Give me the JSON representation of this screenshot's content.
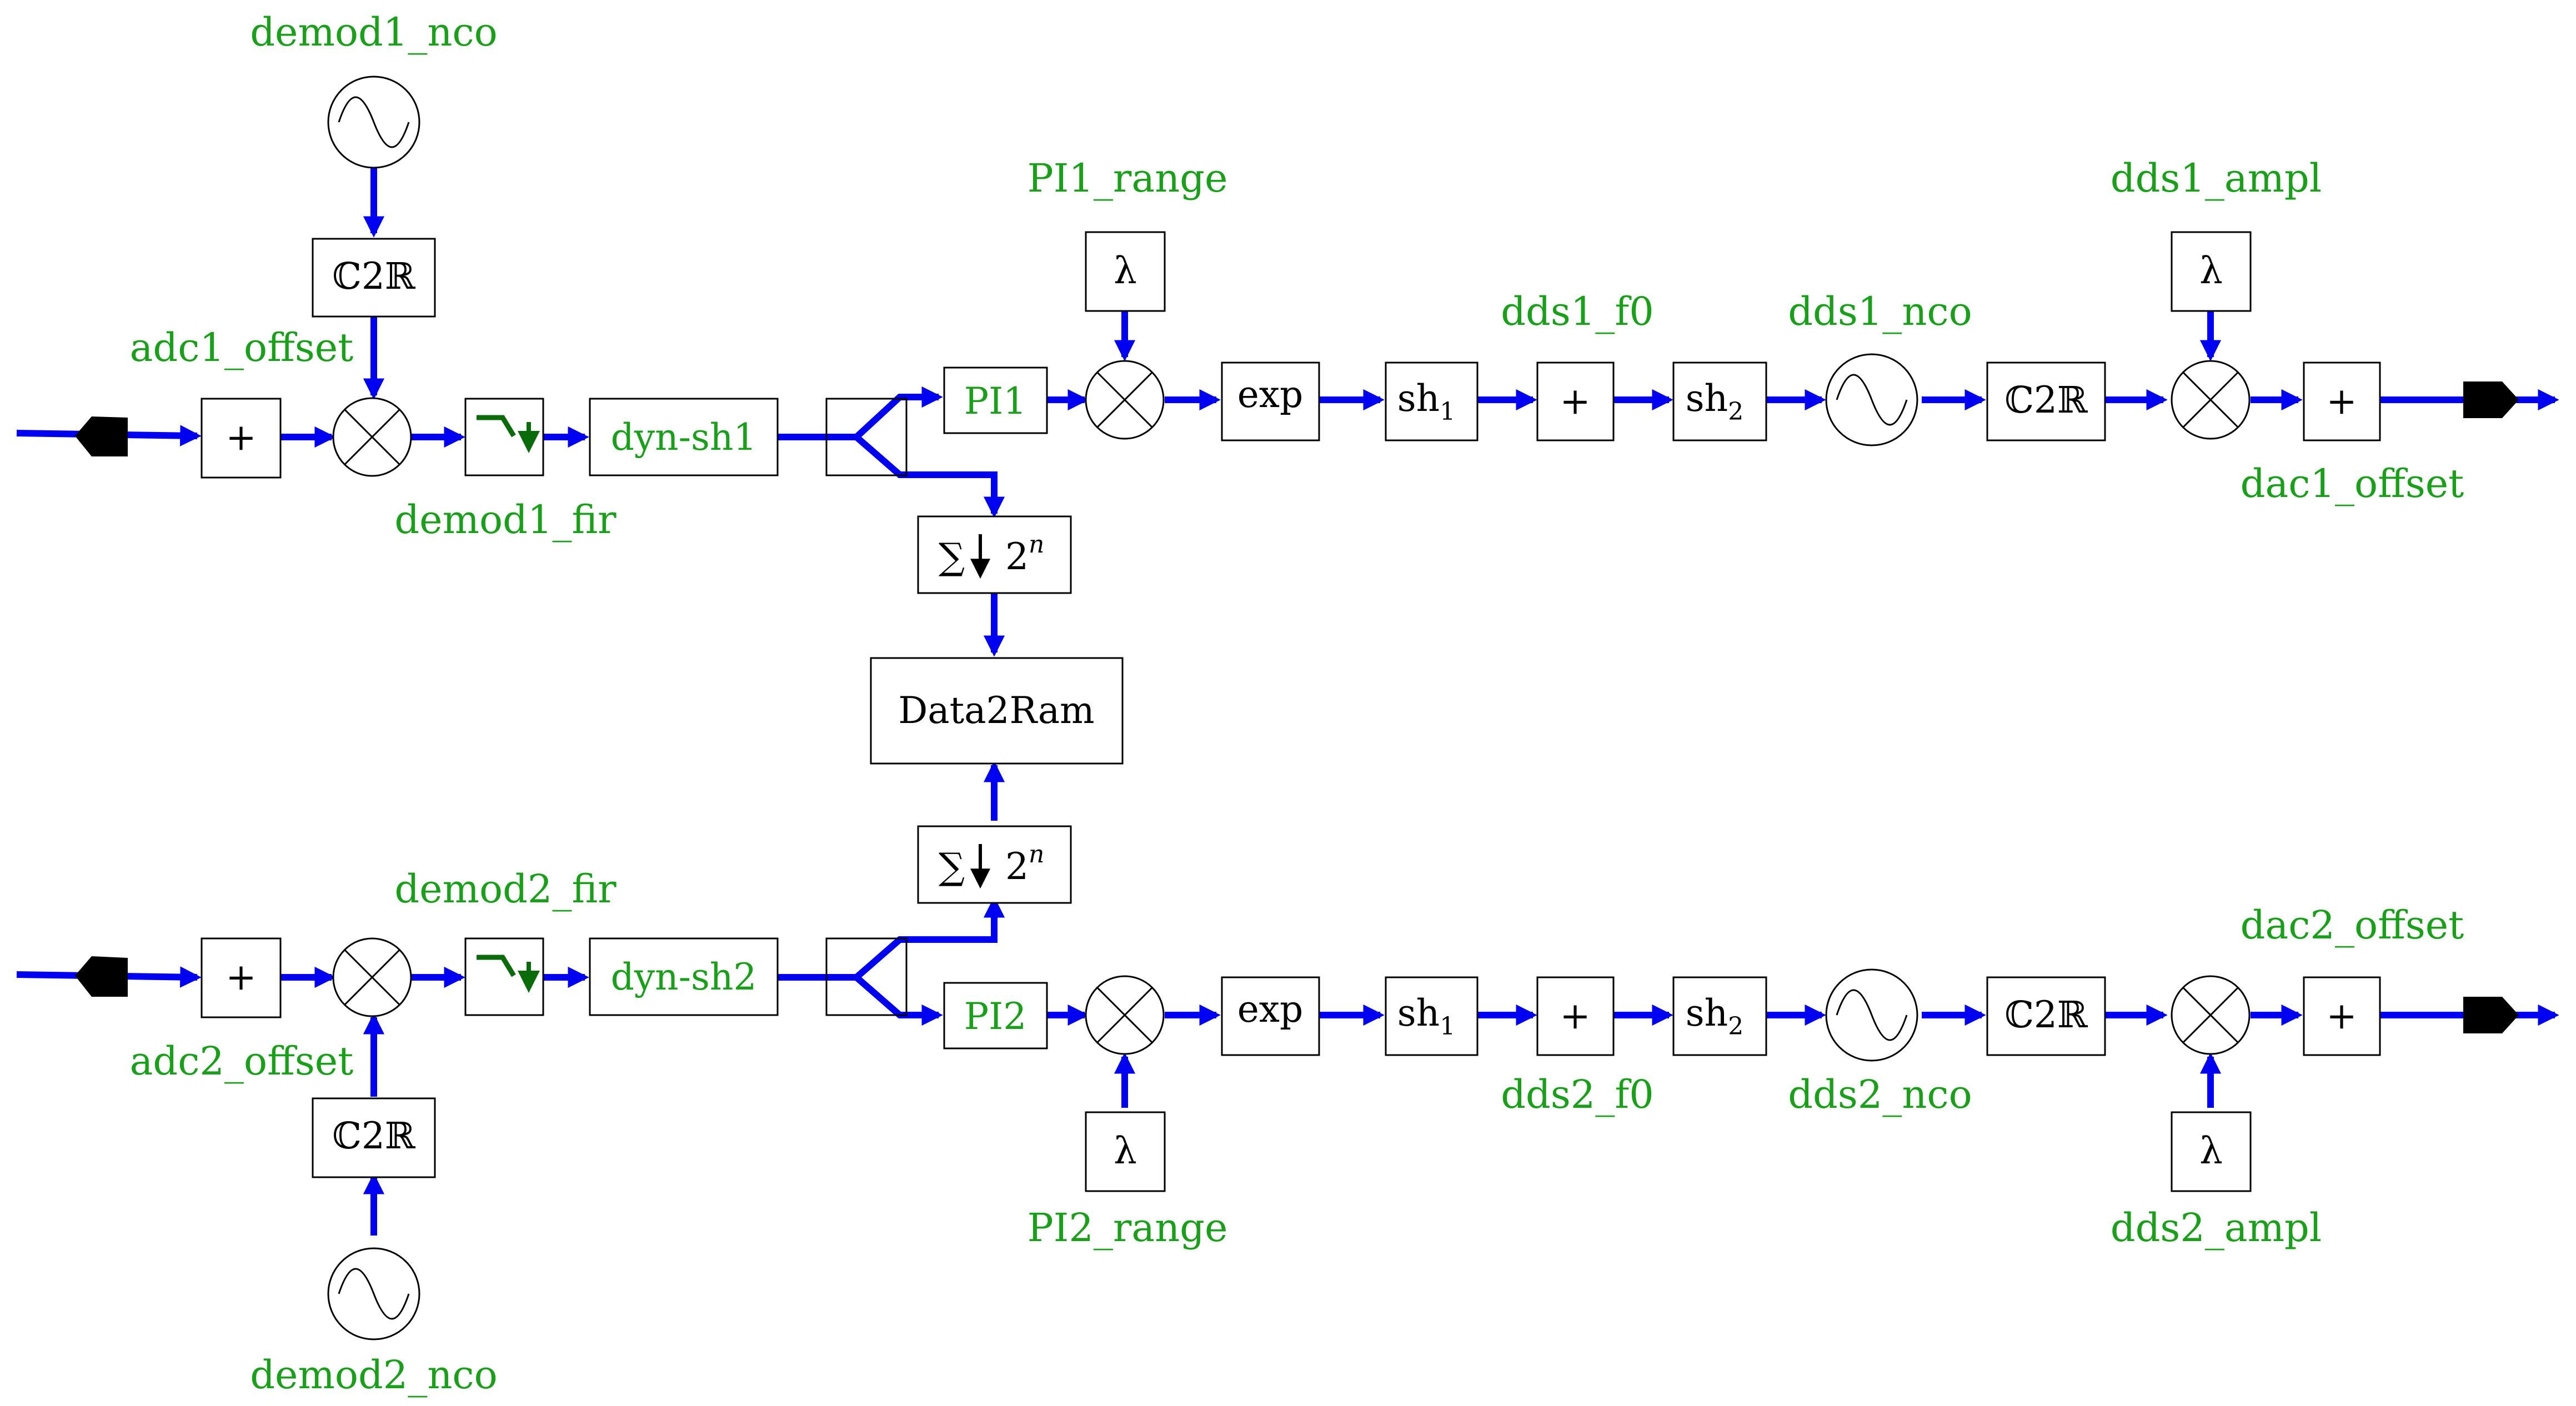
{
  "colors": {
    "wire": "#0000f2",
    "parameter_label": "#18a018",
    "block_border": "#000000",
    "connector": "#000000",
    "fir_icon": "#0a6b0a"
  },
  "icons": {
    "nco": "sine-wave-in-circle",
    "mixer": "circle-with-cross",
    "fir": "lowpass-step-down-arrow",
    "decimator": "sum-down-arrow",
    "port": "black-pentagon-connector"
  },
  "labels": {
    "demod1_nco": "demod1_nco",
    "adc1_offset": "adc1_offset",
    "demod1_fir": "demod1_fir",
    "pi1_range": "PI1_range",
    "dds1_f0": "dds1_f0",
    "dds1_nco": "dds1_nco",
    "dds1_ampl": "dds1_ampl",
    "dac1_offset": "dac1_offset",
    "demod2_nco": "demod2_nco",
    "adc2_offset": "adc2_offset",
    "demod2_fir": "demod2_fir",
    "pi2_range": "PI2_range",
    "dds2_f0": "dds2_f0",
    "dds2_nco": "dds2_nco",
    "dds2_ampl": "dds2_ampl",
    "dac2_offset": "dac2_offset"
  },
  "blocks": {
    "plus": "+",
    "c2r": "ℂ2ℝ",
    "lambda": "λ",
    "exp": "exp",
    "sh": "sh",
    "sh1_sub": "1",
    "sh2_sub": "2",
    "dyn_sh1": "dyn-sh1",
    "dyn_sh2": "dyn-sh2",
    "pi1": "PI1",
    "pi2": "PI2",
    "data2ram": "Data2Ram",
    "sum_symbol": "∑",
    "decim_base": "2",
    "decim_exp": "n"
  }
}
